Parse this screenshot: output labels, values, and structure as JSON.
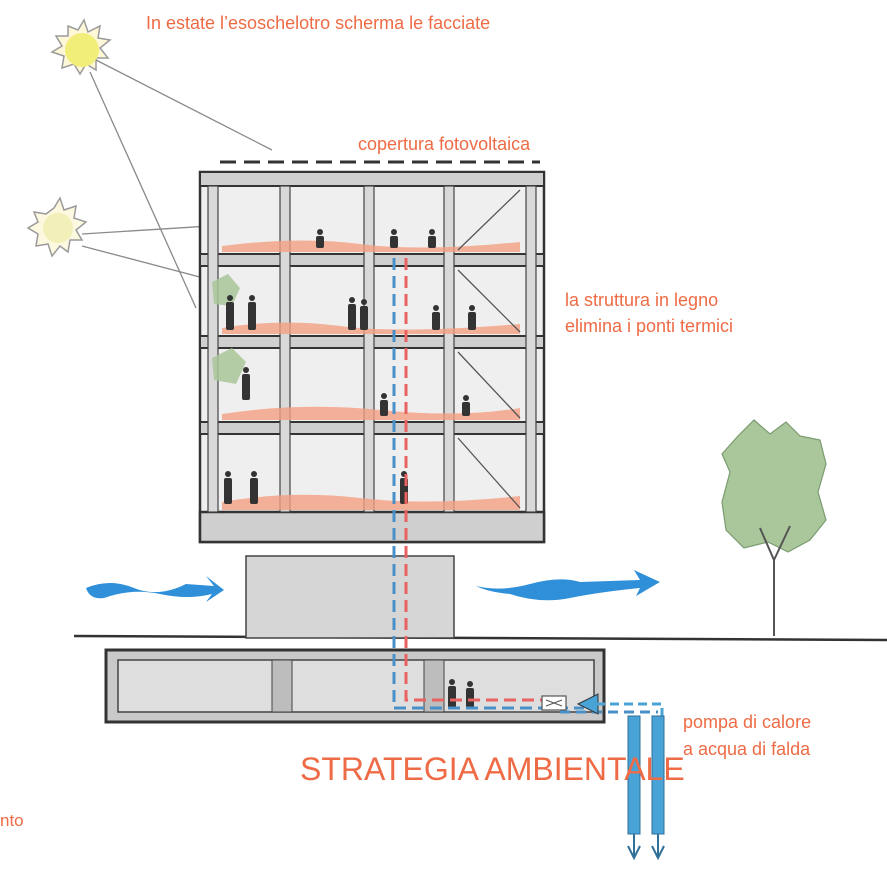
{
  "labels": {
    "summer_shading": "In estate l’esoschelotro scherma le facciate",
    "pv_roof": "copertura fotovoltaica",
    "wood_structure_line1": "la struttura in legno",
    "wood_structure_line2": "elimina i ponti termici",
    "heat_pump_line1": "pompa di calore",
    "heat_pump_line2": "a acqua di falda",
    "title": "STRATEGIA AMBIENTALE",
    "cut_text": "nto"
  },
  "colors": {
    "label": "#ee6b45",
    "floor_fill": "#f4a083",
    "water": "#4aa3d6",
    "airflow": "#2f8fd9",
    "duct_red": "#e8625f",
    "duct_blue": "#4a90c8",
    "sun": "#f2ee7a",
    "tree": "#a9c79a",
    "structure": "#3a3a3a"
  },
  "icons": [
    "sun-icon",
    "person-icon",
    "tree-icon",
    "airflow-arrow-icon",
    "heat-pump-icon",
    "groundwater-well-icon"
  ]
}
